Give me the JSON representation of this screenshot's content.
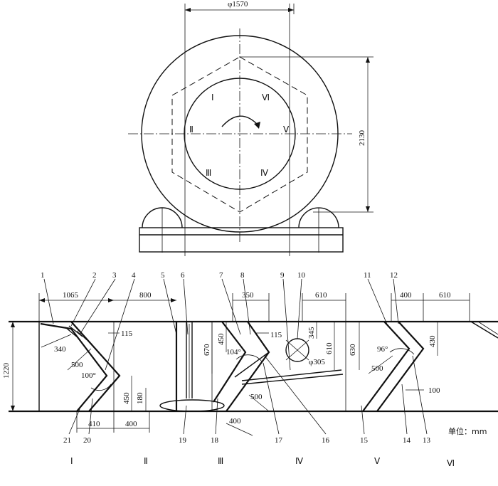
{
  "top_view": {
    "dim_diameter": "φ1570",
    "dim_height": "2130",
    "roman_labels": {
      "I": "Ⅰ",
      "II": "Ⅱ",
      "III": "Ⅲ",
      "IV": "Ⅳ",
      "V": "Ⅴ",
      "VI": "Ⅵ"
    }
  },
  "section_view": {
    "dims": {
      "d1065": "1065",
      "d800": "800",
      "d350": "350",
      "d610a": "610",
      "d400top": "400",
      "d610b": "610",
      "d1220": "1220",
      "d340": "340",
      "d500a": "500",
      "d100deg": "100°",
      "d115a": "115",
      "d450a": "450",
      "d180": "180",
      "d410": "410",
      "d400a": "400",
      "d670": "670",
      "d450b": "450",
      "d104deg": "104°",
      "d115b": "115",
      "d345": "345",
      "d610c": "610",
      "d305": "φ305",
      "d500b": "500",
      "d400b": "400",
      "d630": "630",
      "d430": "430",
      "d96deg": "96°",
      "d500c": "500",
      "d100": "100"
    },
    "part_numbers_top": [
      "1",
      "2",
      "3",
      "4",
      "5",
      "6",
      "7",
      "8",
      "9",
      "10",
      "11",
      "12"
    ],
    "part_numbers_bottom": [
      "21",
      "20",
      "19",
      "18",
      "17",
      "16",
      "15",
      "14",
      "13"
    ],
    "unit_label": "单位：mm",
    "zone_labels": [
      "Ⅰ",
      "Ⅱ",
      "Ⅲ",
      "Ⅳ",
      "Ⅴ",
      "Ⅵ"
    ]
  }
}
